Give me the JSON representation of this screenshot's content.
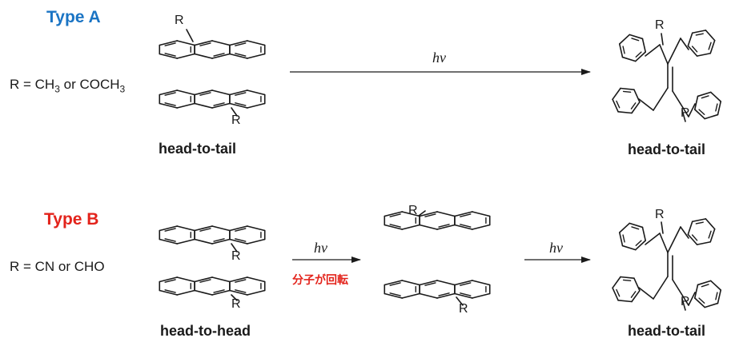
{
  "colors": {
    "type_a": "#1a74c4",
    "type_b": "#e3231b",
    "ink": "#1a1a1a"
  },
  "type_a": {
    "title": "Type A",
    "condition": {
      "prefix": "R = CH",
      "sub1": "3",
      "mid": " or COCH",
      "sub2": "3"
    },
    "reactant_label": "head-to-tail",
    "arrow_label": "hν",
    "product_label": "head-to-tail"
  },
  "type_b": {
    "title": "Type B",
    "condition": "R = CN or CHO",
    "reactant_label": "head-to-head",
    "arrow1_label": "hν",
    "rotation_label": "分子が回転",
    "arrow2_label": "hν",
    "product_label": "head-to-tail"
  },
  "substituent": "R"
}
